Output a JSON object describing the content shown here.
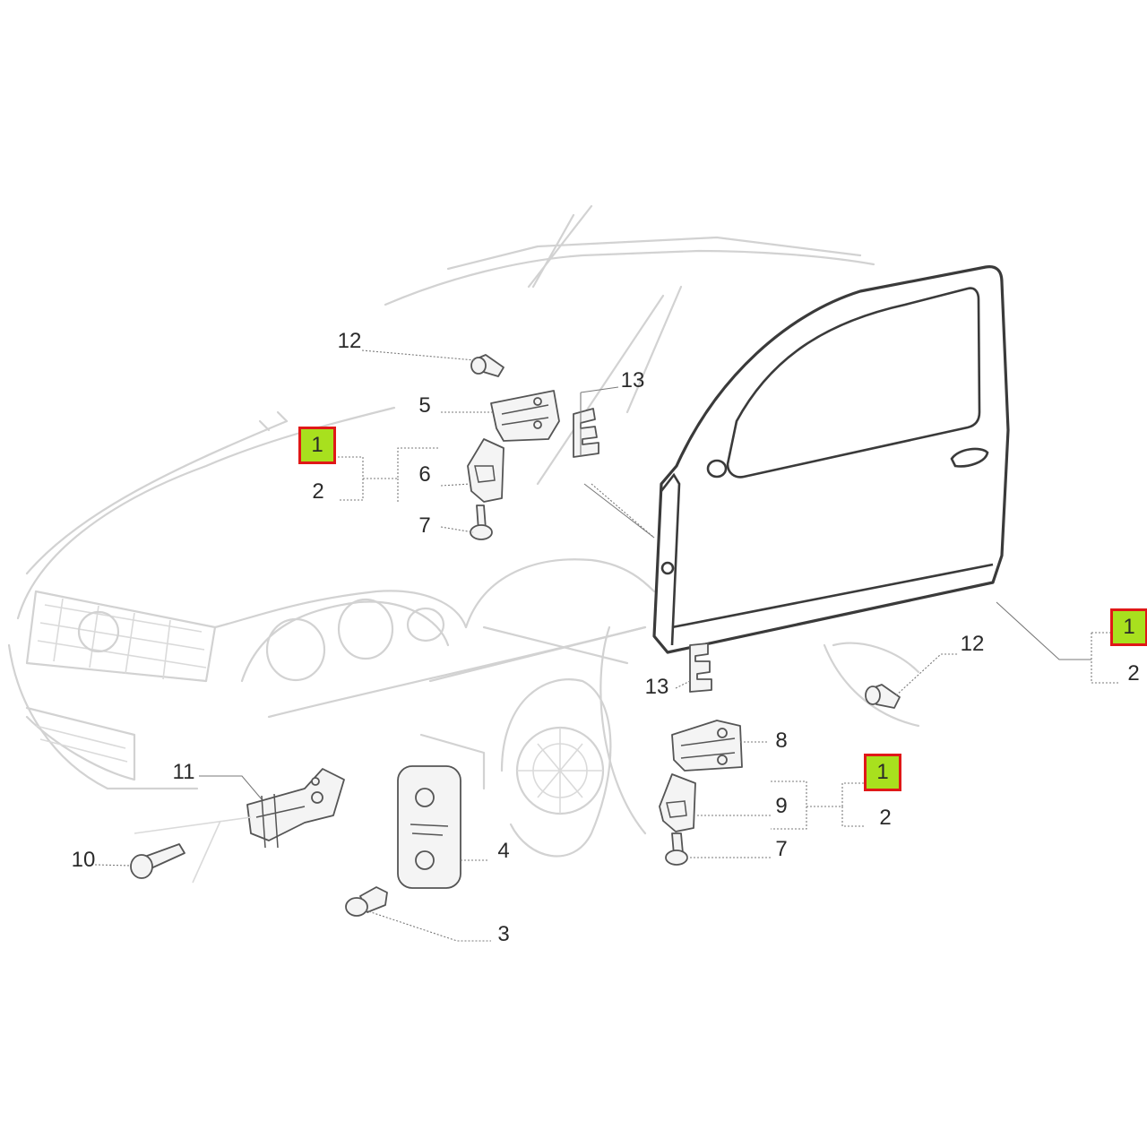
{
  "callouts": {
    "c12_top": "12",
    "c5": "5",
    "c13_top": "13",
    "c1_left": "1",
    "c6": "6",
    "c2_left": "2",
    "c7_top": "7",
    "c12_right": "12",
    "c1_right": "1",
    "c2_right": "2",
    "c13_mid": "13",
    "c8": "8",
    "c1_mid": "1",
    "c9": "9",
    "c2_mid": "2",
    "c7_bottom": "7",
    "c11": "11",
    "c10": "10",
    "c4": "4",
    "c3": "3"
  },
  "colors": {
    "highlight_fill": "#a8e01e",
    "highlight_border": "#e01818",
    "outline": "#d2d2d2",
    "door_outline": "#3a3a3a"
  }
}
